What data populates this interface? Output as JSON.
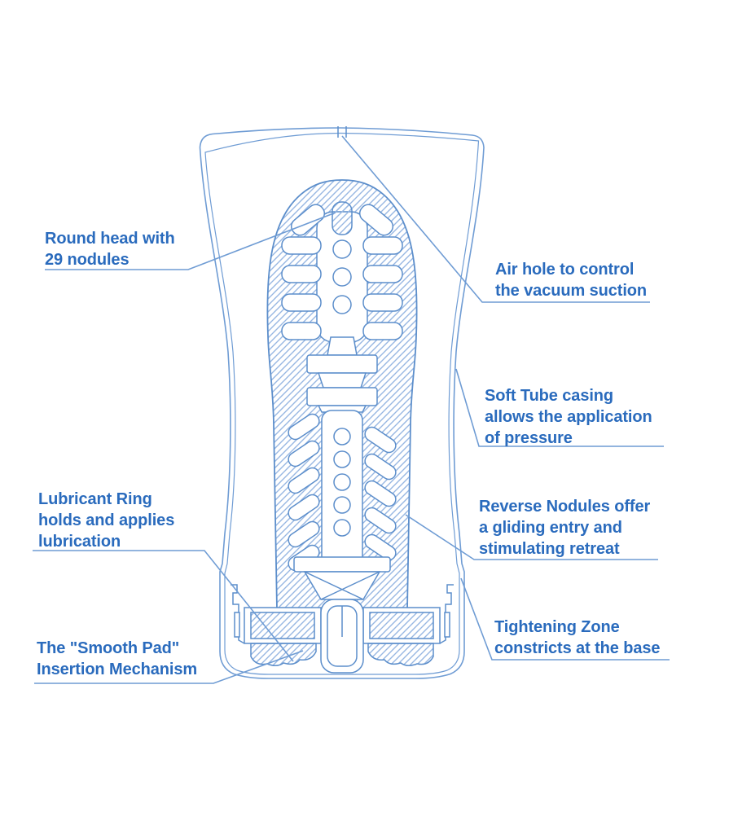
{
  "diagram": {
    "type": "annotated-product-cutaway",
    "background_color": "#ffffff",
    "label_text_color": "#2a6bbd",
    "line_color": "#6f9cd4",
    "hatch_color": "#97b7e2",
    "labels": {
      "round_head": {
        "lines": [
          "Round head with",
          "29 nodules"
        ]
      },
      "air_hole": {
        "lines": [
          "Air hole to control",
          "the vacuum suction"
        ]
      },
      "soft_tube": {
        "lines": [
          "Soft Tube casing",
          "allows the application",
          "of pressure"
        ]
      },
      "lubricant_ring": {
        "lines": [
          "Lubricant Ring",
          "holds and applies",
          "lubrication"
        ]
      },
      "reverse_nodules": {
        "lines": [
          "Reverse Nodules offer",
          "a gliding entry and",
          "stimulating retreat"
        ]
      },
      "smooth_pad": {
        "lines": [
          "The \"Smooth Pad\"",
          "Insertion Mechanism"
        ]
      },
      "tightening_zone": {
        "lines": [
          "Tightening Zone",
          "constricts at the base"
        ]
      }
    }
  }
}
